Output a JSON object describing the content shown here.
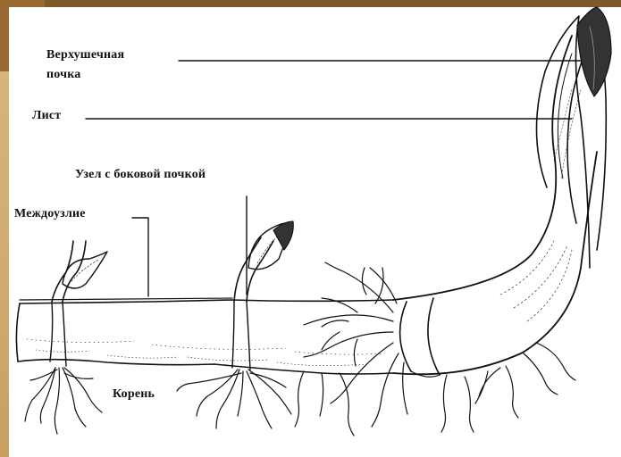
{
  "labels": {
    "apical_bud_line1": "Верхушечная",
    "apical_bud_line2": "почка",
    "leaf": "Лист",
    "node_with_lateral_bud": "Узел с боковой почкой",
    "internode": "Междоузлие",
    "root": "Корень"
  },
  "colors": {
    "frame_brown": "#7d5a2c",
    "frame_tan": "#d8b57c",
    "ink": "#111111",
    "paper": "#ffffff"
  }
}
